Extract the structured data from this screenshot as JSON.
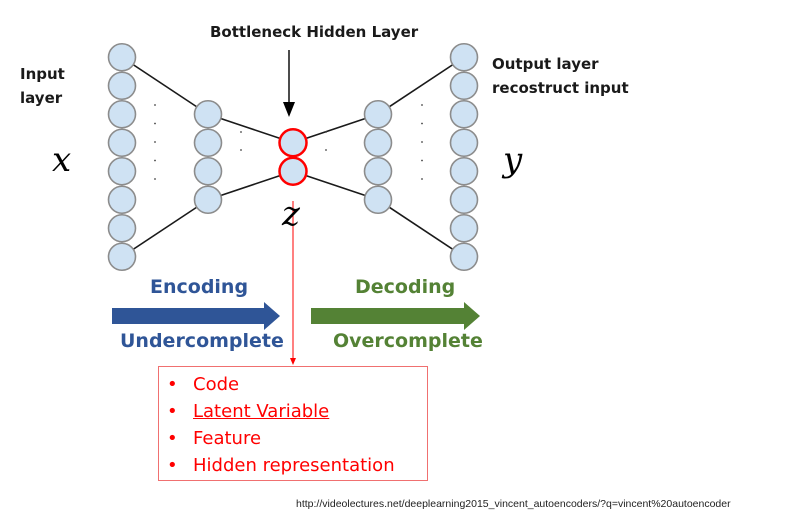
{
  "title": "Bottleneck Hidden Layer",
  "input_label": "Input\nlayer",
  "input_label_lines": [
    "Input",
    "layer"
  ],
  "output_label_lines": [
    "Output layer",
    "recostruct input"
  ],
  "x_symbol": "x",
  "y_symbol": "y",
  "z_symbol": "z",
  "encoding": {
    "label": "Encoding",
    "sublabel": "Undercomplete",
    "color": "#2f5597"
  },
  "decoding": {
    "label": "Decoding",
    "sublabel": "Overcomplete",
    "color": "#548235"
  },
  "layers": [
    {
      "name": "input",
      "nodes": 8
    },
    {
      "name": "hidden-encoder",
      "nodes": 4
    },
    {
      "name": "bottleneck",
      "nodes": 2
    },
    {
      "name": "hidden-decoder",
      "nodes": 4
    },
    {
      "name": "output",
      "nodes": 8
    }
  ],
  "colors": {
    "node_fill": "#cfe2f3",
    "node_stroke": "#8c8c8c",
    "bottleneck_stroke": "#ff0000",
    "line": "#1a1a1a",
    "pointer": "#ff0000"
  },
  "code_box": {
    "items": [
      {
        "text": "Code",
        "underline": false
      },
      {
        "text": "Latent Variable",
        "underline": true
      },
      {
        "text": "Feature",
        "underline": false
      },
      {
        "text": "Hidden representation",
        "underline": false
      }
    ],
    "bullet": "•"
  },
  "source_url": "http://videolectures.net/deeplearning2015_vincent_autoencoders/?q=vincent%20autoencoder"
}
